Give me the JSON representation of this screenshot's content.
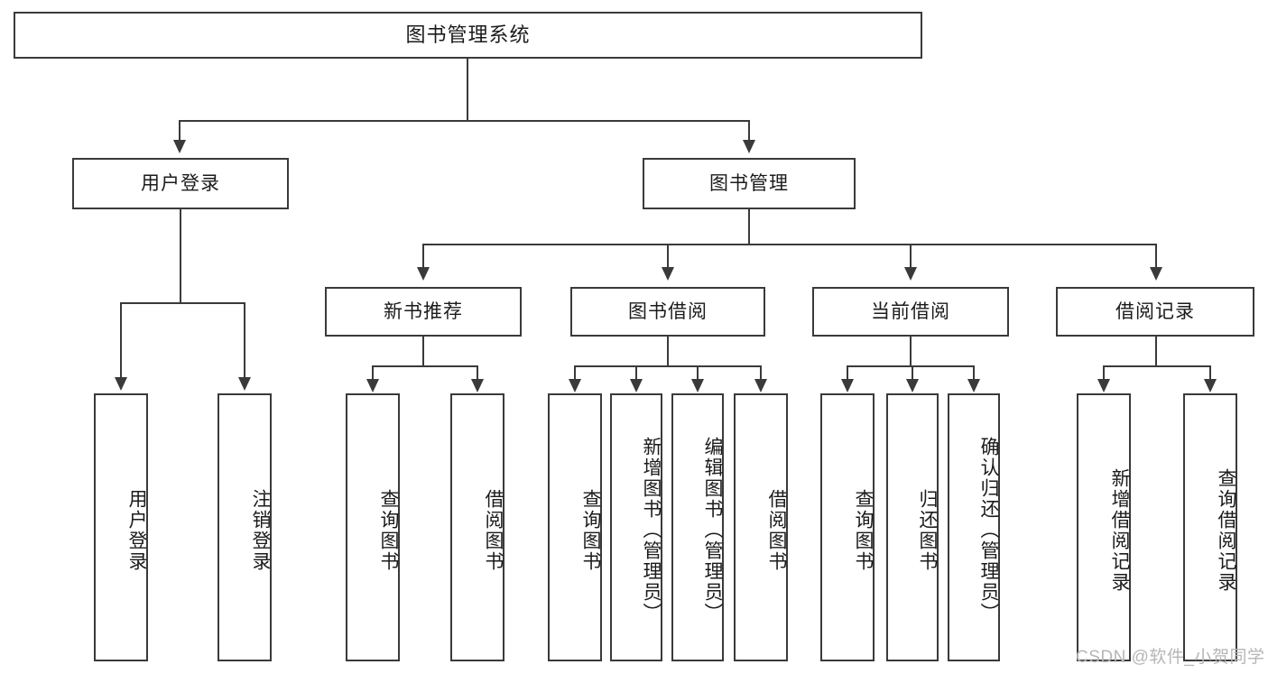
{
  "diagram": {
    "type": "tree-hierarchy-chart",
    "title": "图书管理系统",
    "orientation": "top-down",
    "colors": {
      "box_border": "#3a3a3a",
      "box_fill": "#ffffff",
      "connector": "#3a3a3a",
      "text": "#1b1b1b",
      "watermark": "#b6b6b6",
      "background": "#ffffff"
    },
    "levels": {
      "root": {
        "label": "图书管理系统"
      },
      "level2": [
        {
          "label": "用户登录"
        },
        {
          "label": "图书管理"
        }
      ],
      "level3": [
        {
          "label": "新书推荐"
        },
        {
          "label": "图书借阅"
        },
        {
          "label": "当前借阅"
        },
        {
          "label": "借阅记录"
        }
      ],
      "leaves": [
        {
          "label": "用户登录",
          "parent": "用户登录"
        },
        {
          "label": "注销登录",
          "parent": "用户登录"
        },
        {
          "label": "查询图书",
          "parent": "新书推荐"
        },
        {
          "label": "借阅图书",
          "parent": "新书推荐"
        },
        {
          "label": "查询图书",
          "parent": "图书借阅"
        },
        {
          "label": "新增图书（管理员）",
          "parent": "图书借阅"
        },
        {
          "label": "编辑图书（管理员）",
          "parent": "图书借阅"
        },
        {
          "label": "借阅图书",
          "parent": "图书借阅"
        },
        {
          "label": "查询图书",
          "parent": "当前借阅"
        },
        {
          "label": "归还图书",
          "parent": "当前借阅"
        },
        {
          "label": "确认归还（管理员）",
          "parent": "当前借阅"
        },
        {
          "label": "新增借阅记录",
          "parent": "借阅记录"
        },
        {
          "label": "查询借阅记录",
          "parent": "借阅记录"
        }
      ]
    }
  },
  "watermark": {
    "text": "CSDN @软件_小贺同学"
  }
}
